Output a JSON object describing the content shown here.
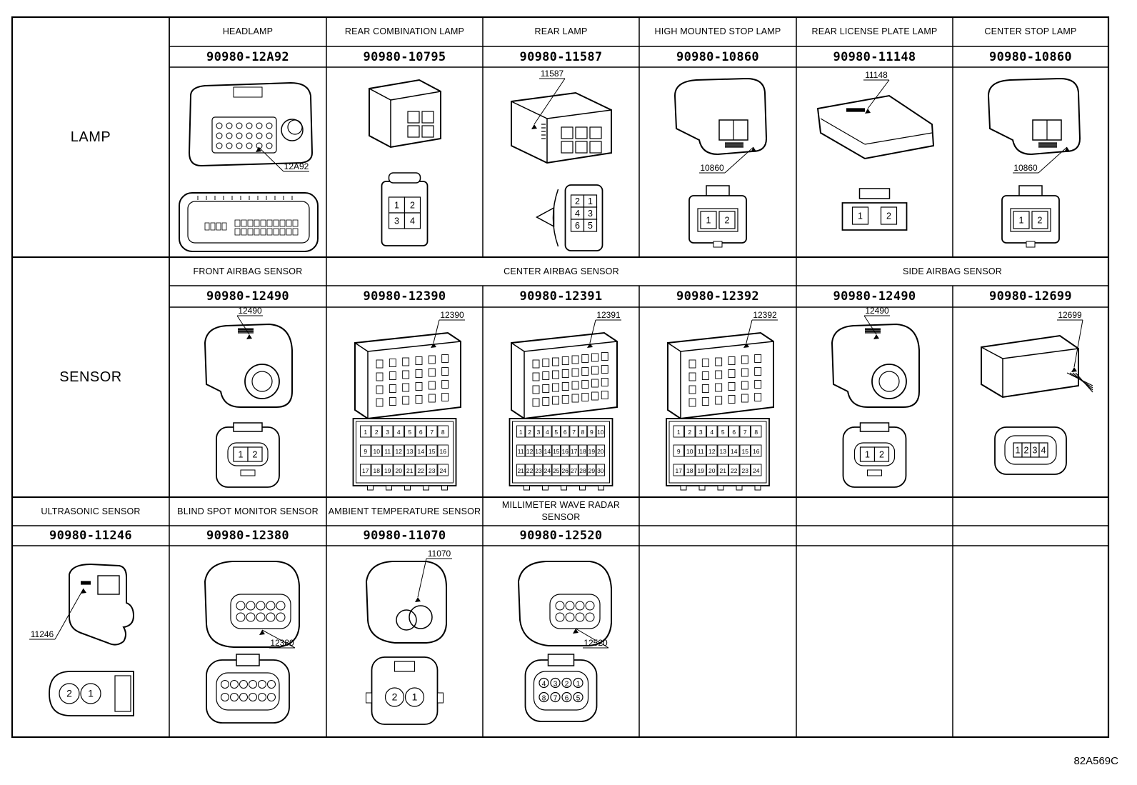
{
  "figure_code": "82A569C",
  "categories": [
    "LAMP",
    "SENSOR",
    ""
  ],
  "rows": [
    {
      "columns": [
        {
          "name": "HEADLAMP",
          "part": "90980-12A92",
          "tag": "12A92",
          "kind": "big",
          "pins": []
        },
        {
          "name": "REAR COMBINATION LAMP",
          "part": "90980-10795",
          "tag": "",
          "kind": "box4",
          "pins": [
            "1",
            "2",
            "3",
            "4"
          ]
        },
        {
          "name": "REAR LAMP",
          "part": "90980-11587",
          "tag": "11587",
          "kind": "box6",
          "pins": [
            "2",
            "1",
            "4",
            "3",
            "6",
            "5"
          ]
        },
        {
          "name": "HIGH MOUNTED STOP LAMP",
          "part": "90980-10860",
          "tag": "10860",
          "kind": "lamp2",
          "pins": [
            "1",
            "2"
          ]
        },
        {
          "name": "REAR LICENSE PLATE LAMP",
          "part": "90980-11148",
          "tag": "11148",
          "kind": "plate2",
          "pins": [
            "1",
            "2"
          ]
        },
        {
          "name": "CENTER STOP LAMP",
          "part": "90980-10860",
          "tag": "10860",
          "kind": "lamp2",
          "pins": [
            "1",
            "2"
          ]
        }
      ]
    },
    {
      "columns": [
        {
          "name": "FRONT AIRBAG SENSOR",
          "part": "90980-12490",
          "tag": "12490",
          "kind": "airbag2",
          "pins": [
            "1",
            "2"
          ]
        },
        {
          "name": "",
          "part": "90980-12390",
          "tag": "12390",
          "kind": "grid24",
          "pins": [
            "1",
            "2",
            "3",
            "4",
            "5",
            "6",
            "7",
            "8",
            "9",
            "10",
            "11",
            "12",
            "13",
            "14",
            "15",
            "16",
            "17",
            "18",
            "19",
            "20",
            "21",
            "22",
            "23",
            "24"
          ]
        },
        {
          "name": "",
          "part": "90980-12391",
          "tag": "12391",
          "kind": "grid30",
          "pins": [
            "1",
            "2",
            "3",
            "4",
            "5",
            "6",
            "7",
            "8",
            "9",
            "10",
            "11",
            "12",
            "13",
            "14",
            "15",
            "16",
            "17",
            "18",
            "19",
            "20",
            "21",
            "22",
            "23",
            "24",
            "25",
            "26",
            "27",
            "28",
            "29",
            "30"
          ]
        },
        {
          "name": "",
          "part": "90980-12392",
          "tag": "12392",
          "kind": "grid24",
          "pins": [
            "1",
            "2",
            "3",
            "4",
            "5",
            "6",
            "7",
            "8",
            "9",
            "10",
            "11",
            "12",
            "13",
            "14",
            "15",
            "16",
            "17",
            "18",
            "19",
            "20",
            "21",
            "22",
            "23",
            "24"
          ]
        },
        {
          "name": "",
          "part": "90980-12490",
          "tag": "12490",
          "kind": "airbag2",
          "pins": [
            "1",
            "2"
          ]
        },
        {
          "name": "",
          "part": "90980-12699",
          "tag": "12699",
          "kind": "side4",
          "pins": [
            "1",
            "2",
            "3",
            "4"
          ]
        }
      ],
      "spans": [
        {
          "name": "CENTER AIRBAG SENSOR"
        },
        {
          "name": "SIDE AIRBAG SENSOR"
        }
      ]
    },
    {
      "columns": [
        {
          "name": "ULTRASONIC SENSOR",
          "part": "90980-11246",
          "tag": "11246",
          "kind": "ultra",
          "pins": [
            "2",
            "1"
          ]
        },
        {
          "name": "BLIND SPOT MONITOR SENSOR",
          "part": "90980-12380",
          "tag": "12380",
          "kind": "round12",
          "pins": []
        },
        {
          "name": "AMBIENT TEMPERATURE SENSOR",
          "part": "90980-11070",
          "tag": "11070",
          "kind": "ambient",
          "pins": [
            "2",
            "1"
          ]
        },
        {
          "name": "MILLIMETER WAVE RADAR SENSOR",
          "part": "90980-12520",
          "tag": "12520",
          "kind": "radar8",
          "pins": [
            "4",
            "3",
            "2",
            "1",
            "8",
            "7",
            "6",
            "5"
          ]
        },
        {
          "name": "",
          "part": "",
          "tag": "",
          "kind": "empty",
          "pins": []
        },
        {
          "name": "",
          "part": "",
          "tag": "",
          "kind": "empty",
          "pins": []
        },
        {
          "name": "",
          "part": "",
          "tag": "",
          "kind": "empty",
          "pins": []
        }
      ]
    }
  ]
}
